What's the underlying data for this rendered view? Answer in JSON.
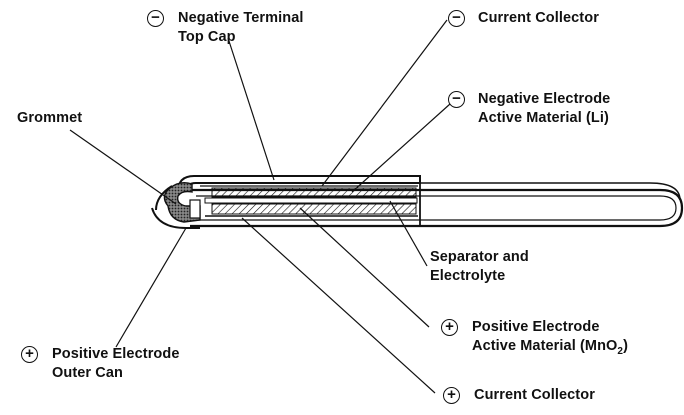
{
  "labels": {
    "neg_terminal": {
      "sign": "−",
      "line1": "Negative Terminal",
      "line2": "Top Cap"
    },
    "current_collector_top": {
      "sign": "−",
      "line1": "Current Collector"
    },
    "neg_electrode": {
      "sign": "−",
      "line1": "Negative Electrode",
      "line2": "Active Material (Li)"
    },
    "grommet": {
      "line1": "Grommet"
    },
    "separator": {
      "line1": "Separator and",
      "line2": "Electrolyte"
    },
    "pos_electrode": {
      "sign": "+",
      "line1": "Positive Electrode",
      "line2_prefix": "Active Material (MnO",
      "line2_sub": "2",
      "line2_suffix": ")"
    },
    "pos_can": {
      "sign": "+",
      "line1": "Positive Electrode",
      "line2": "Outer Can"
    },
    "current_collector_bottom": {
      "sign": "+",
      "line1": "Current Collector"
    }
  },
  "colors": {
    "ink": "#111111",
    "background": "#ffffff"
  }
}
